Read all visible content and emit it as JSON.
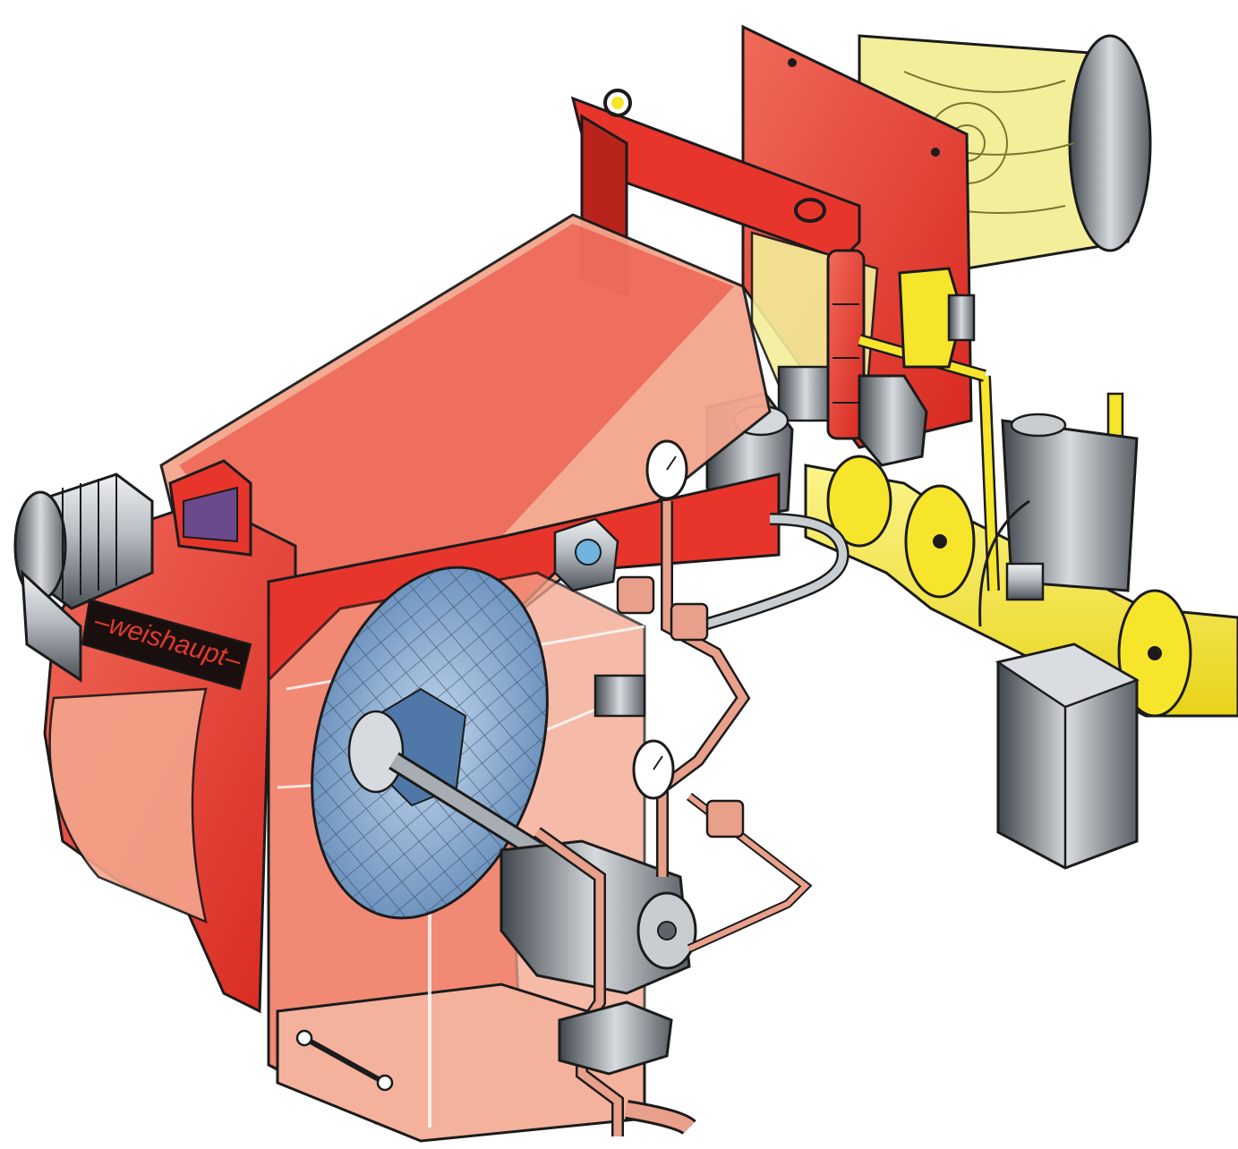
{
  "brand": {
    "name": "–weishaupt–"
  },
  "colors": {
    "housing_red": "#e8352c",
    "housing_light": "#f4a58c",
    "housing_dark": "#b8241c",
    "gas_yellow": "#f6e52a",
    "motor_yellow": "#f3ee9a",
    "steel": "#b9bec4",
    "steel_dark": "#5e646b",
    "copper": "#e9a08a",
    "fan_blue": "#8fb2d9",
    "outline": "#1b1b1b",
    "brand_bg": "#1a0f0f",
    "brand_text": "#e23a2b"
  },
  "components": [
    "burner-housing",
    "blower-motor",
    "fan-impeller",
    "combustion-head-flange",
    "servo-motor",
    "gas-valve-train",
    "control-box",
    "oil-pump",
    "pressure-gauge",
    "solenoid-valve",
    "air-pressure-switch",
    "hinge",
    "lifting-eye",
    "oil-hose"
  ]
}
